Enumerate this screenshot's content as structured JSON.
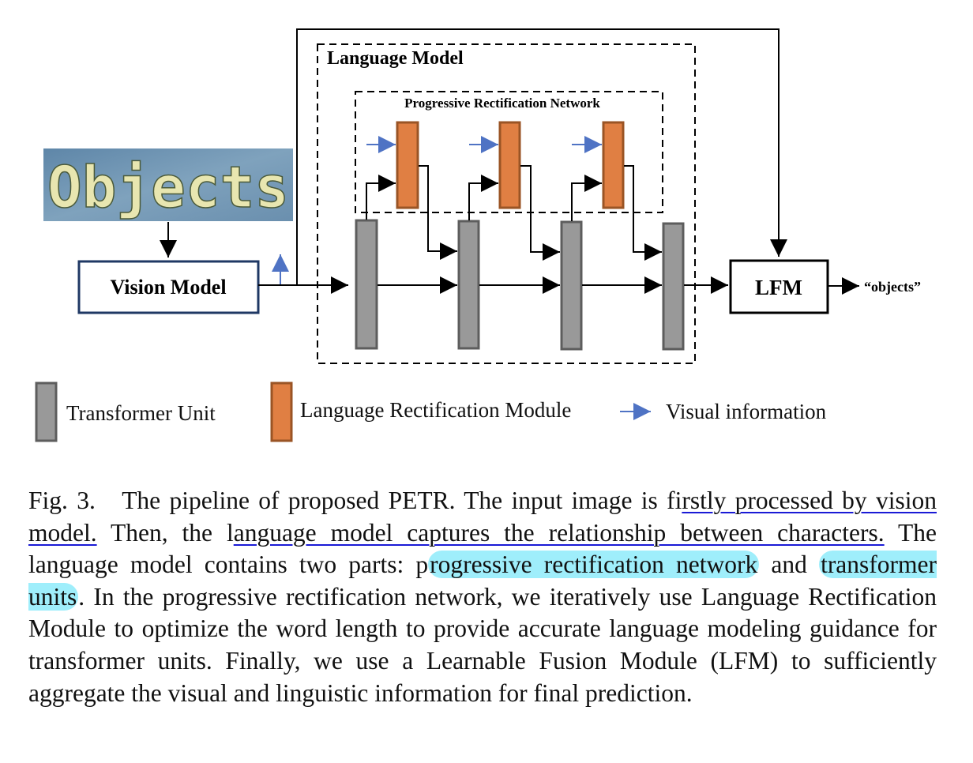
{
  "figure": {
    "input_image_text": "Objects",
    "language_model_label": "Language Model",
    "prn_label": "Progressive Rectification Network",
    "vision_model_label": "Vision Model",
    "lfm_label": "LFM",
    "output_label": "“objects”",
    "legend": {
      "transformer_unit": "Transformer Unit",
      "lrm": "Language Rectification Module",
      "visual_info": "Visual information"
    },
    "colors": {
      "transformer_unit": "#999999",
      "lrm": "#e07f43",
      "visual_arrow": "#4f73c4",
      "vision_box_border": "#1f3864"
    }
  },
  "caption": {
    "fig_label": "Fig. 3.",
    "s1": "The pipeline of proposed PETR. The input image is fi",
    "s1_ul": "rstly processed by vision model.",
    "s2": " Then, the l",
    "s2_ul": "anguage model captures the relationship between characters.",
    "s3": " The language model contains two parts: p",
    "s3_hl": "rogressive rectification network",
    "s4": " and ",
    "s4_hl": "transformer units",
    "s5": ". In the progressive rectification network, we iteratively use Language Rectification Module to optimize the word length to provide accurate language modeling guidance for transformer units. Finally, we use a Learnable Fusion Module (LFM) to sufficiently aggregate the visual and linguistic information for final prediction."
  }
}
